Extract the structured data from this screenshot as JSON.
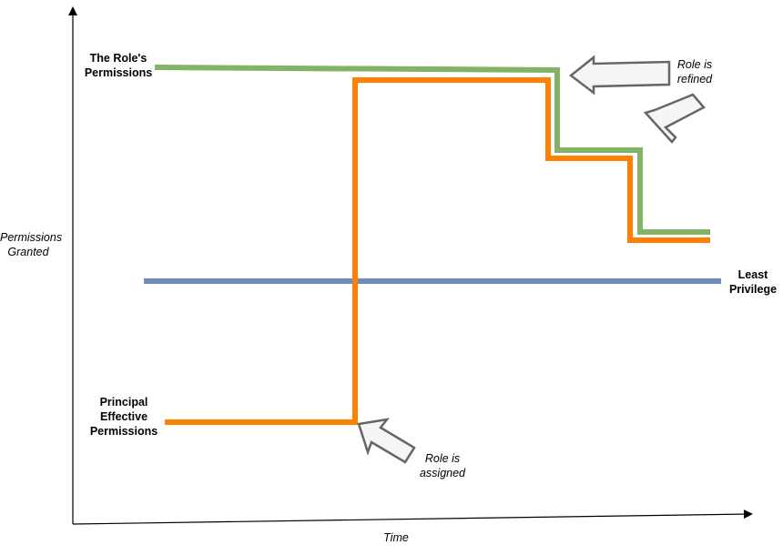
{
  "axes": {
    "y_label_line1": "Permissions",
    "y_label_line2": "Granted",
    "x_label": "Time"
  },
  "series": {
    "role_permissions": {
      "line1": "The Role's",
      "line2": "Permissions",
      "color": "#82b366"
    },
    "effective_permissions": {
      "line1": "Principal",
      "line2": "Effective",
      "line3": "Permissions",
      "color": "#ff8000"
    },
    "least_privilege": {
      "line1": "Least",
      "line2": "Privilege",
      "color": "#6c8ebf"
    }
  },
  "callouts": {
    "refined": {
      "line1": "Role is",
      "line2": "refined"
    },
    "assigned": {
      "line1": "Role is",
      "line2": "assigned"
    }
  },
  "colors": {
    "axis": "#000000",
    "arrow_fill": "#f5f5f5",
    "arrow_stroke": "#666666"
  }
}
